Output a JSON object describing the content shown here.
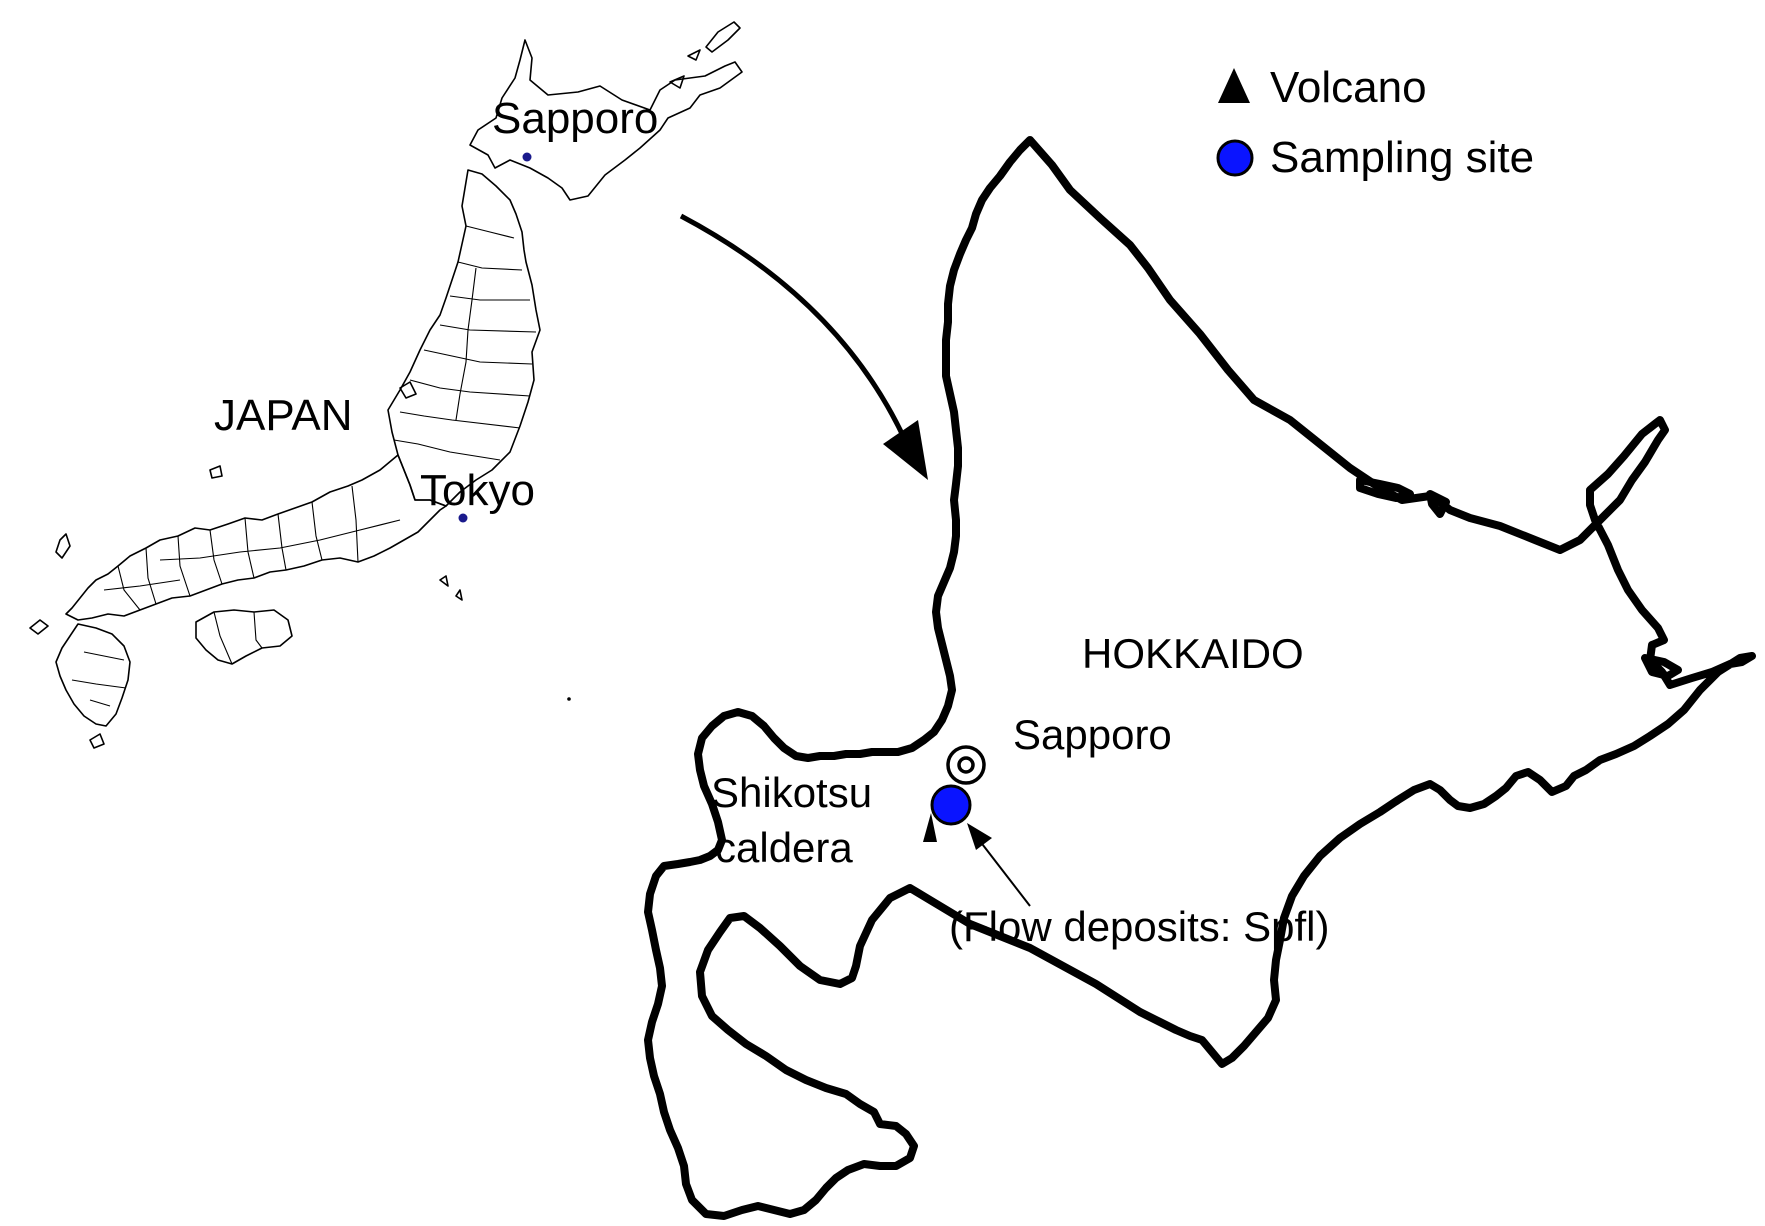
{
  "legend": {
    "volcano_label": "Volcano",
    "sampling_label": "Sampling site",
    "volcano_icon": "triangle-icon",
    "sampling_icon": "circle-icon"
  },
  "japan_map": {
    "country_label": "JAPAN",
    "city_north": "Sapporo",
    "city_capital": "Tokyo"
  },
  "hokkaido_map": {
    "region_label": "HOKKAIDO",
    "city_label": "Sapporo",
    "city_icon": "double-circle-icon",
    "caldera_line1": "Shikotsu",
    "caldera_line2": "caldera",
    "deposit_label": "(Flow deposits: Spfl)"
  },
  "colors": {
    "sampling_fill": "#0a14ff",
    "city_dot": "#1a1a8c",
    "outline": "#000000"
  }
}
